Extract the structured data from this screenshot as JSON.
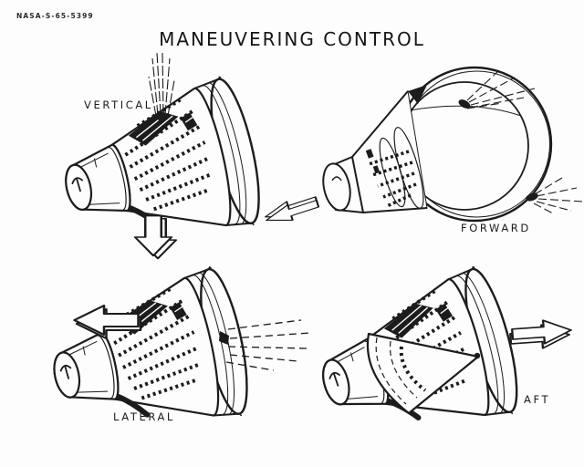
{
  "page": {
    "reference_number": "NASA-S-65-5399",
    "title": "MANEUVERING CONTROL"
  },
  "views": [
    {
      "id": "vertical",
      "label": "VERTICAL",
      "plume": "fires up from top of capsule",
      "arrow_direction": "down"
    },
    {
      "id": "forward",
      "label": "FORWARD",
      "plume": "two plumes fire aft from blunt end",
      "arrow_direction": "toward-nose"
    },
    {
      "id": "lateral",
      "label": "LATERAL",
      "plume": "fires right from side thruster",
      "arrow_direction": "left"
    },
    {
      "id": "aft",
      "label": "AFT",
      "plume": "cone fires forward along body",
      "arrow_direction": "right"
    }
  ],
  "colors": {
    "ink": "#1c1c1c",
    "paper": "#fdfdfd"
  }
}
